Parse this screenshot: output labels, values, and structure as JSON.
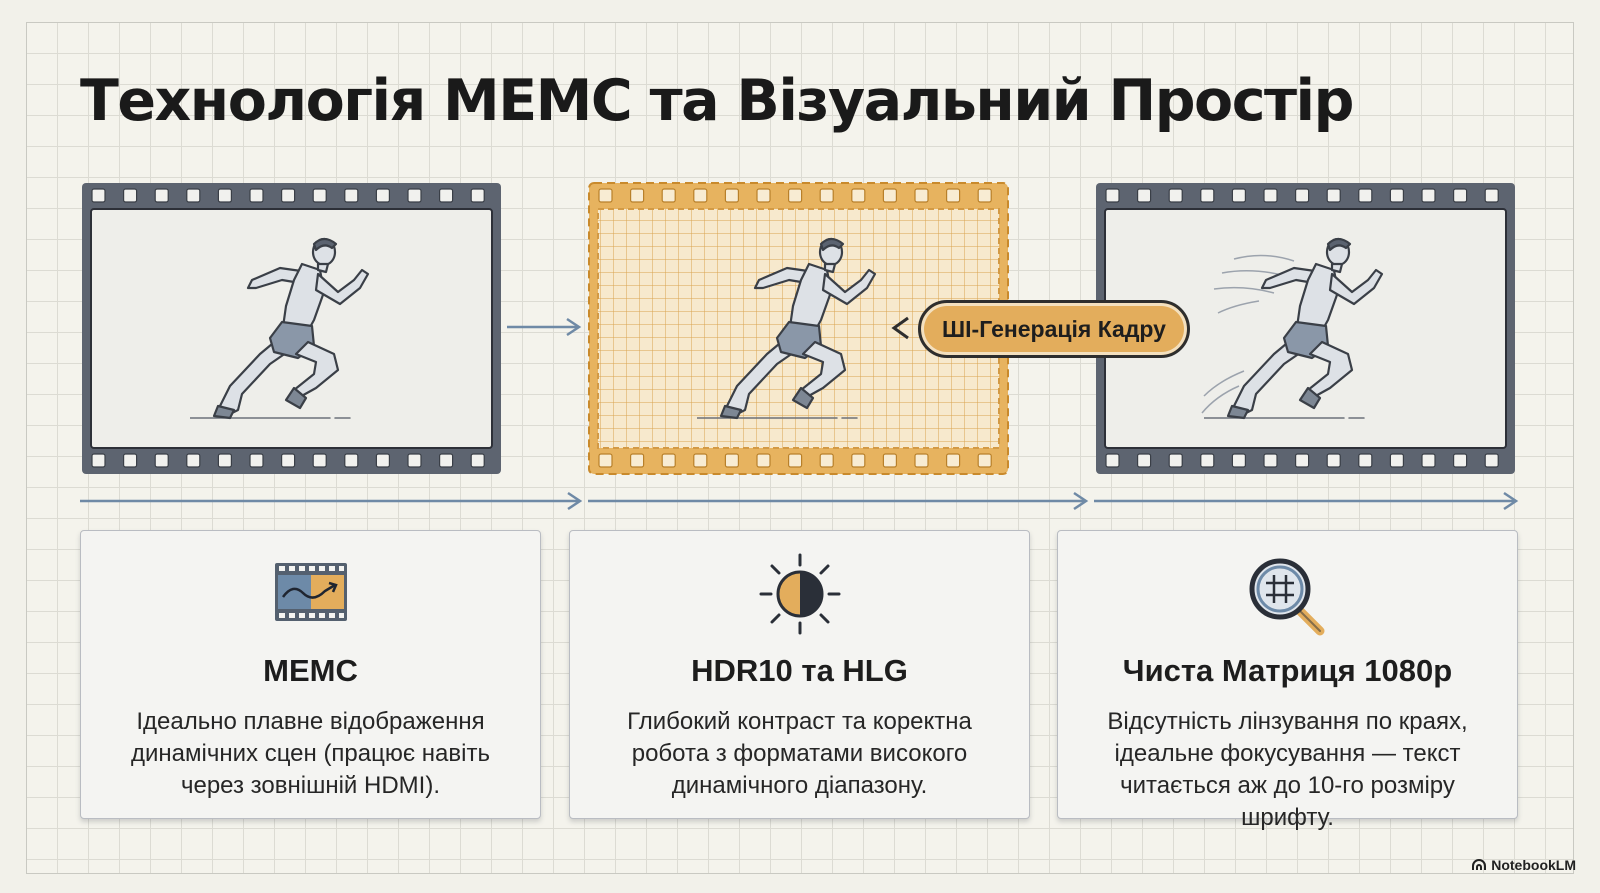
{
  "title": "Технологія MEMC та Візуальний Простір",
  "badge": "ШІ-Генерація Кадру",
  "frames": [
    {
      "name": "source-frame",
      "style": "neutral"
    },
    {
      "name": "generated-frame",
      "style": "highlighted"
    },
    {
      "name": "result-frame",
      "style": "neutral"
    }
  ],
  "cards": [
    {
      "icon": "film-strip-wave-icon",
      "title": "MEMC",
      "lines": [
        "Ідеально плавне відображення",
        "динамічних сцен (працює навіть",
        "через зовнішній HDMI)."
      ]
    },
    {
      "icon": "half-sun-contrast-icon",
      "title": "HDR10 та HLG",
      "lines": [
        "Глибокий контраст та коректна",
        "робота з форматами високого",
        "динамічного діапазону."
      ]
    },
    {
      "icon": "magnifier-grid-icon",
      "title": "Чиста Матриця 1080р",
      "lines": [
        "Відсутність лінзування по краях,",
        "ідеальне фокусування — текст",
        "читається аж до 10-го розміру шрифту."
      ]
    }
  ],
  "brand": "NotebookLM",
  "colors": {
    "accent": "#e3ad5c",
    "frame": "#5d6470",
    "arrow": "#6f8aa6",
    "text": "#1c1c1c"
  }
}
